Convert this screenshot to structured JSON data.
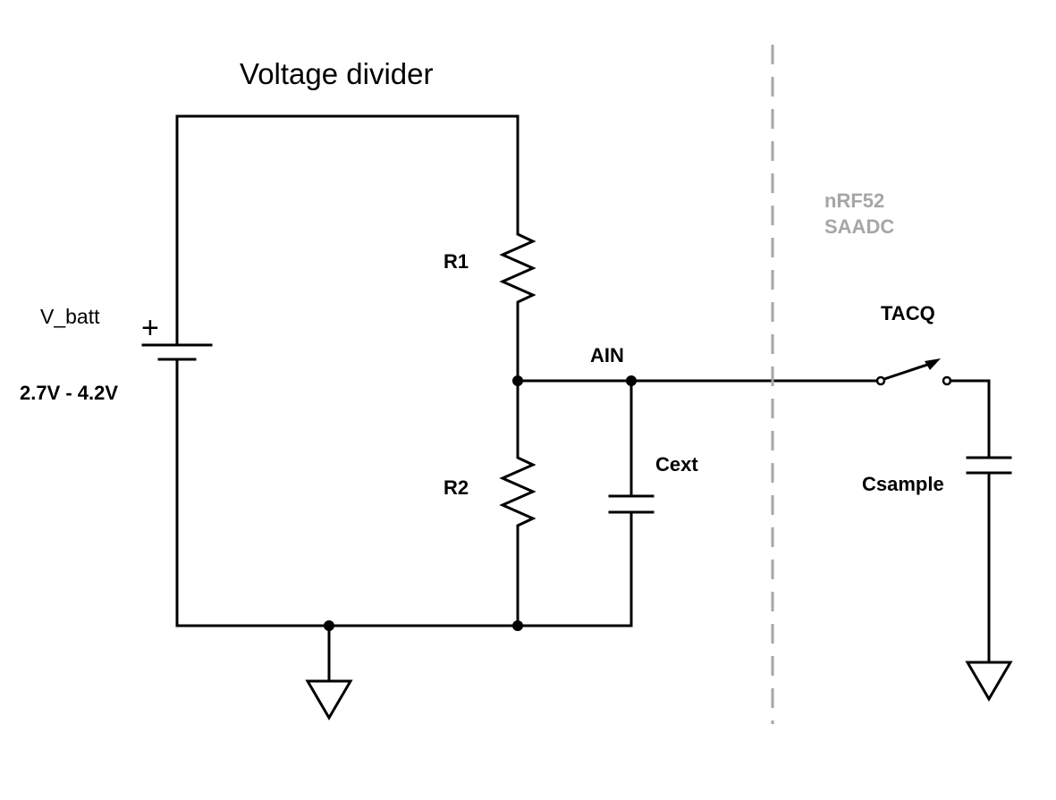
{
  "diagram": {
    "title": "Voltage divider",
    "battery": {
      "label": "V_batt",
      "range": "2.7V - 4.2V",
      "polarity": "+"
    },
    "resistors": [
      {
        "label": "R1"
      },
      {
        "label": "R2"
      }
    ],
    "node_label": "AIN",
    "external_capacitor": "Cext",
    "chip": {
      "line1": "nRF52",
      "line2": "SAADC"
    },
    "switch_label": "TACQ",
    "sample_capacitor": "Csample",
    "colors": {
      "wire": "#000000",
      "chip_boundary": "#a6a6a6",
      "chip_text": "#a6a6a6"
    }
  }
}
